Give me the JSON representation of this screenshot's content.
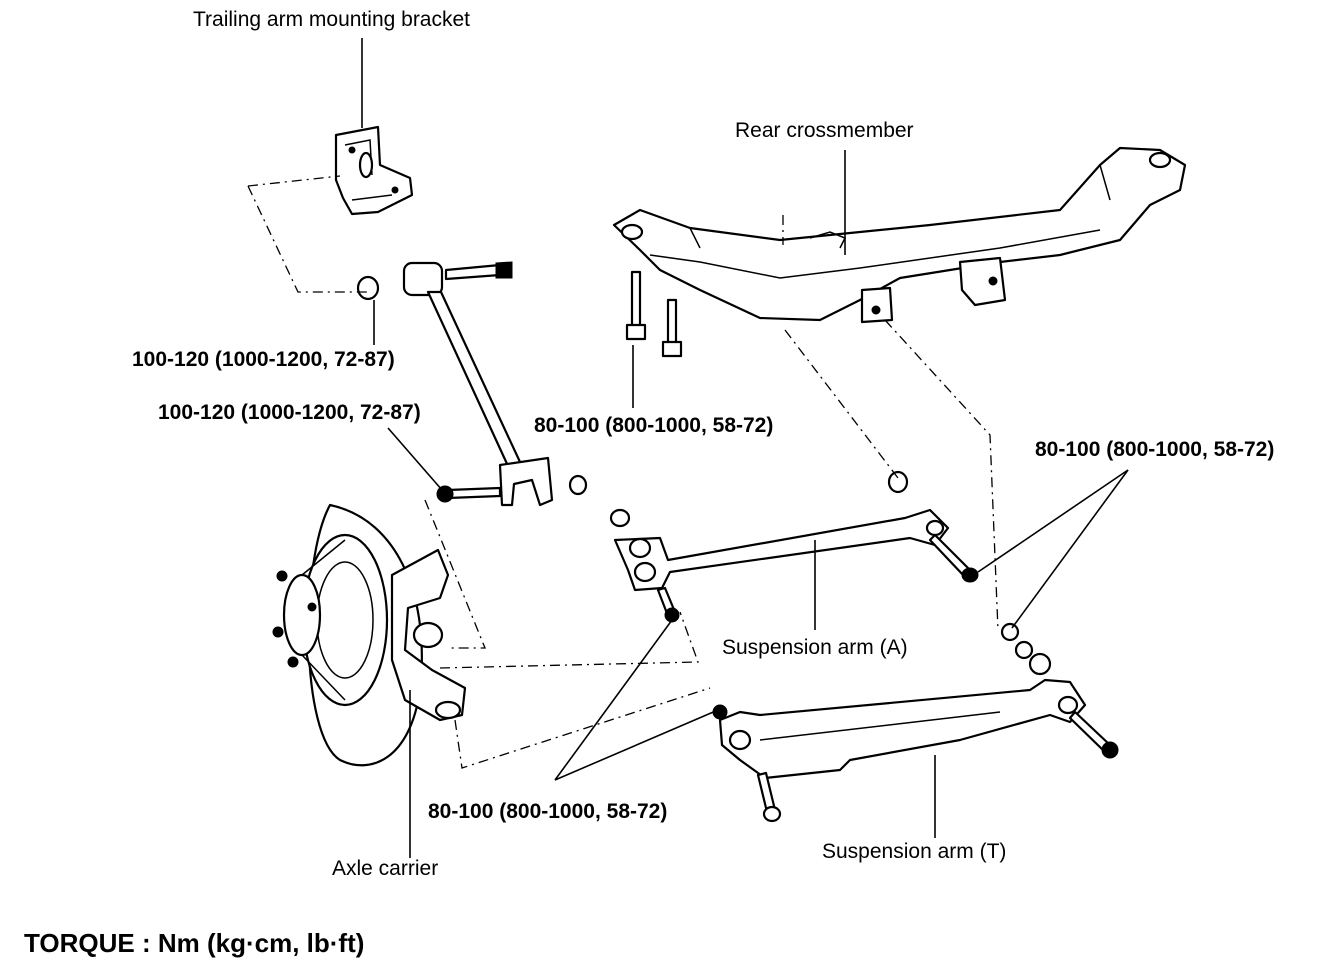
{
  "labels": {
    "trailing_arm_bracket": "Trailing arm mounting bracket",
    "rear_crossmember": "Rear crossmember",
    "torque_upper_bushing": "100-120 (1000-1200, 72-87)",
    "torque_lower_bushing": "100-120 (1000-1200, 72-87)",
    "torque_crossmember_bolts": "80-100 (800-1000, 58-72)",
    "torque_arm_inner": "80-100 (800-1000, 58-72)",
    "suspension_arm_a": "Suspension arm (A)",
    "torque_carrier": "80-100 (800-1000, 58-72)",
    "axle_carrier": "Axle carrier",
    "suspension_arm_t": "Suspension arm (T)"
  },
  "footer": {
    "torque_units": "TORQUE : Nm (kg·cm, lb·ft)"
  }
}
